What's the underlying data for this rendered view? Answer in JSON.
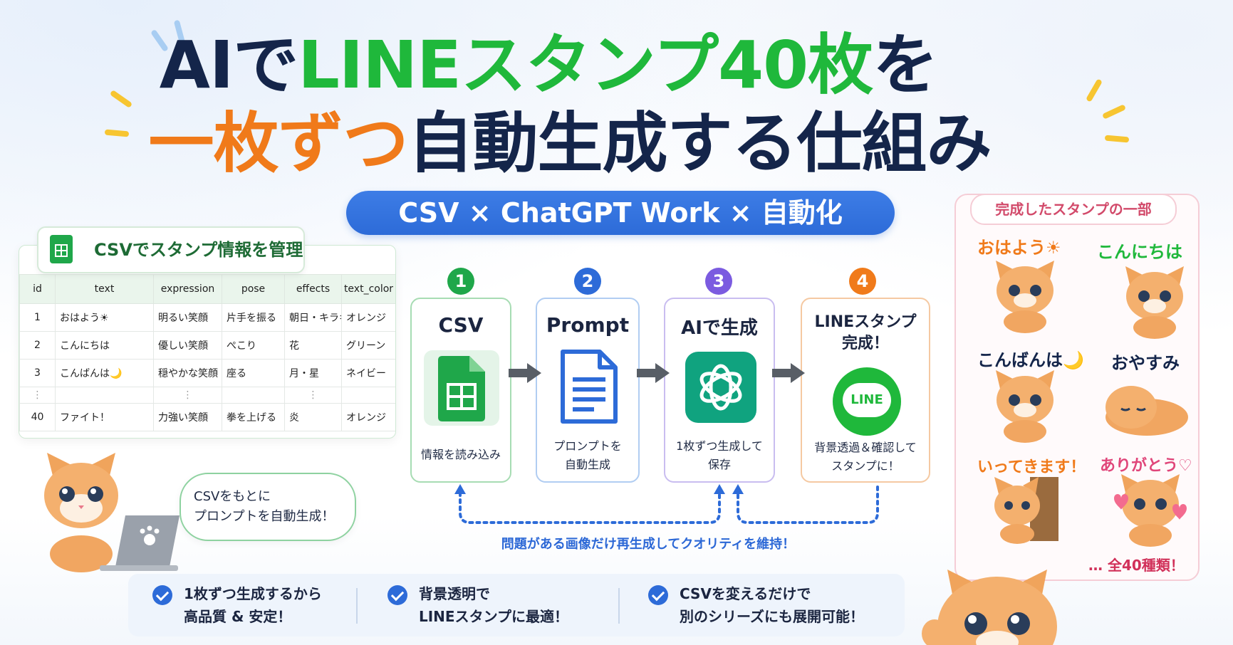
{
  "title": {
    "line1_a": "AIで",
    "line1_b": "LINEスタンプ40枚",
    "line1_c": "を",
    "line2_a": "一枚ずつ",
    "line2_b": "自動生成する仕組み"
  },
  "banner": "CSV × ChatGPT Work × 自動化",
  "csv_panel": {
    "label": "CSVでスタンプ情報を管理",
    "headers": [
      "id",
      "text",
      "expression",
      "pose",
      "effects",
      "text_color"
    ],
    "rows": [
      [
        "1",
        "おはよう☀",
        "明るい笑顔",
        "片手を振る",
        "朝日・キラキラ",
        "オレンジ"
      ],
      [
        "2",
        "こんにちは",
        "優しい笑顔",
        "ぺこり",
        "花",
        "グリーン"
      ],
      [
        "3",
        "こんばんは🌙",
        "穏やかな笑顔",
        "座る",
        "月・星",
        "ネイビー"
      ],
      [
        "⋮",
        "",
        "⋮",
        "",
        "⋮",
        ""
      ],
      [
        "40",
        "ファイト！",
        "力強い笑顔",
        "拳を上げる",
        "炎",
        "オレンジ"
      ]
    ]
  },
  "bubble": "CSVをもとに\nプロンプトを自動生成！",
  "steps": [
    {
      "num": "1",
      "title": "CSV",
      "desc": "情報を読み込み",
      "color": "#1fa74a"
    },
    {
      "num": "2",
      "title": "Prompt",
      "desc": "プロンプトを\n自動生成",
      "color": "#2d6bd8"
    },
    {
      "num": "3",
      "title": "AIで生成",
      "desc": "1枚ずつ生成して\n保存",
      "color": "#7b5be0"
    },
    {
      "num": "4",
      "title": "LINEスタンプ\n完成！",
      "desc": "背景透過＆確認して\nスタンプに！",
      "color": "#f07a1a"
    }
  ],
  "line_logo_text": "LINE",
  "loop_text": "問題がある画像だけ再生成してクオリティを維持！",
  "benefits": [
    "1枚ずつ生成するから\n高品質 & 安定！",
    "背景透明で\nLINEスタンプに最適！",
    "CSVを変えるだけで\n別のシリーズにも展開可能！"
  ],
  "stickers_panel": {
    "label": "完成したスタンプの一部",
    "stickers": [
      "おはよう☀",
      "こんにちは",
      "こんばんは🌙",
      "おやすみ",
      "いってきます！",
      "ありがとう♡"
    ],
    "footer": "… 全40種類！"
  },
  "colors": {
    "navy": "#14254a",
    "green": "#1fb83b",
    "orange": "#f07a1a",
    "blue": "#2d6bd8",
    "pink": "#d1315a"
  }
}
